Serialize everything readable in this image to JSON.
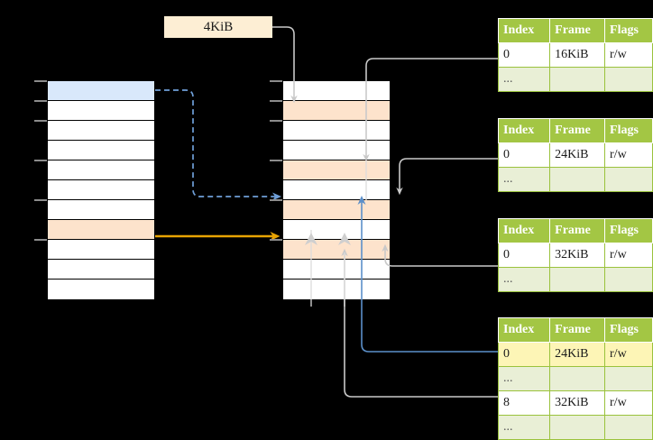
{
  "diagram": {
    "title_label": "4KiB",
    "colors": {
      "header_green": "#a3c644",
      "alt_row_green": "#e9efd6",
      "highlight_yellow": "#fdf5b6",
      "peach": "#fde3cc",
      "blue_cell": "#d9e8fb",
      "label_bg": "#fdeed4",
      "blue_arrow": "#5b8fc9",
      "orange_arrow": "#e8a303",
      "gray_wire": "#c9c9c9"
    }
  },
  "left_column": {
    "name": "virtual-address-space",
    "rows": [
      {
        "label": "",
        "fill": "blue"
      },
      {
        "label": "",
        "fill": "white"
      },
      {
        "label": "",
        "fill": "white"
      },
      {
        "label": "",
        "fill": "white"
      },
      {
        "label": "",
        "fill": "white"
      },
      {
        "label": "",
        "fill": "white"
      },
      {
        "label": "",
        "fill": "white"
      },
      {
        "label": "",
        "fill": "peach"
      },
      {
        "label": "",
        "fill": "white"
      },
      {
        "label": "",
        "fill": "white"
      },
      {
        "label": "",
        "fill": "white"
      }
    ]
  },
  "middle_column": {
    "name": "physical-memory",
    "rows": [
      {
        "label": "",
        "fill": "white"
      },
      {
        "label": "",
        "fill": "peach"
      },
      {
        "label": "",
        "fill": "white"
      },
      {
        "label": "",
        "fill": "white"
      },
      {
        "label": "",
        "fill": "peach"
      },
      {
        "label": "",
        "fill": "white"
      },
      {
        "label": "",
        "fill": "peach"
      },
      {
        "label": "",
        "fill": "white"
      },
      {
        "label": "",
        "fill": "peach"
      },
      {
        "label": "",
        "fill": "white"
      },
      {
        "label": "",
        "fill": "white"
      }
    ]
  },
  "tables": [
    {
      "name": "page-table-1",
      "headers": [
        "Index",
        "Frame",
        "Flags"
      ],
      "rows": [
        {
          "cells": [
            "0",
            "16KiB",
            "r/w"
          ],
          "style": "normal"
        },
        {
          "cells": [
            "...",
            "",
            ""
          ],
          "style": "alt"
        }
      ]
    },
    {
      "name": "page-table-2",
      "headers": [
        "Index",
        "Frame",
        "Flags"
      ],
      "rows": [
        {
          "cells": [
            "0",
            "24KiB",
            "r/w"
          ],
          "style": "normal"
        },
        {
          "cells": [
            "...",
            "",
            ""
          ],
          "style": "alt"
        }
      ]
    },
    {
      "name": "page-table-3",
      "headers": [
        "Index",
        "Frame",
        "Flags"
      ],
      "rows": [
        {
          "cells": [
            "0",
            "32KiB",
            "r/w"
          ],
          "style": "normal"
        },
        {
          "cells": [
            "...",
            "",
            ""
          ],
          "style": "alt"
        }
      ]
    },
    {
      "name": "page-table-4",
      "headers": [
        "Index",
        "Frame",
        "Flags"
      ],
      "rows": [
        {
          "cells": [
            "0",
            "24KiB",
            "r/w"
          ],
          "style": "highlight"
        },
        {
          "cells": [
            "...",
            "",
            ""
          ],
          "style": "alt"
        },
        {
          "cells": [
            "8",
            "32KiB",
            "r/w"
          ],
          "style": "normal"
        },
        {
          "cells": [
            "...",
            "",
            ""
          ],
          "style": "alt"
        }
      ]
    }
  ]
}
